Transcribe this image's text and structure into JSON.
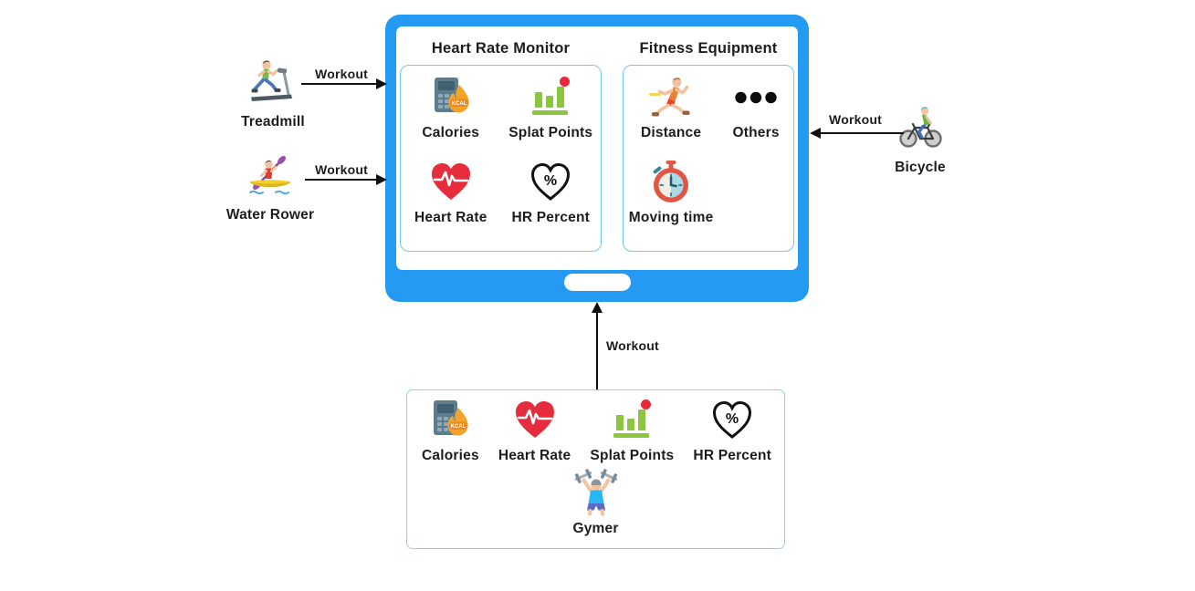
{
  "diagram": {
    "tablet": {
      "panels": [
        {
          "title": "Heart Rate Monitor",
          "items": [
            {
              "label": "Calories",
              "icon": "calories-icon"
            },
            {
              "label": "Splat Points",
              "icon": "splat-points-icon"
            },
            {
              "label": "Heart Rate",
              "icon": "heart-rate-icon"
            },
            {
              "label": "HR Percent",
              "icon": "hr-percent-icon"
            }
          ]
        },
        {
          "title": "Fitness Equipment",
          "items": [
            {
              "label": "Distance",
              "icon": "runner-icon"
            },
            {
              "label": "Others",
              "icon": "ellipsis-icon"
            },
            {
              "label": "Moving time",
              "icon": "stopwatch-icon"
            }
          ]
        }
      ]
    },
    "left_nodes": [
      {
        "label": "Treadmill",
        "edge_label": "Workout",
        "icon": "treadmill-icon"
      },
      {
        "label": "Water Rower",
        "edge_label": "Workout",
        "icon": "kayak-icon"
      }
    ],
    "right_node": {
      "label": "Bicycle",
      "edge_label": "Workout",
      "icon": "bicycle-icon"
    },
    "bottom_box": {
      "edge_label": "Workout",
      "items": [
        {
          "label": "Calories",
          "icon": "calories-icon"
        },
        {
          "label": "Heart Rate",
          "icon": "heart-rate-icon"
        },
        {
          "label": "Splat Points",
          "icon": "splat-points-icon"
        },
        {
          "label": "HR Percent",
          "icon": "hr-percent-icon"
        }
      ],
      "person_label": "Gymer"
    },
    "icon_text": {
      "kcal": "KCAL",
      "percent": "%"
    },
    "colors": {
      "tablet_frame": "#259af3",
      "panel_border": "#6ec9f2",
      "box_border": "#8fd0f1",
      "arrow": "#111111",
      "text": "#1d1d1f",
      "heart_red": "#e52d3d",
      "bar_green": "#8cc63e",
      "flame_orange": "#f5a228"
    }
  }
}
